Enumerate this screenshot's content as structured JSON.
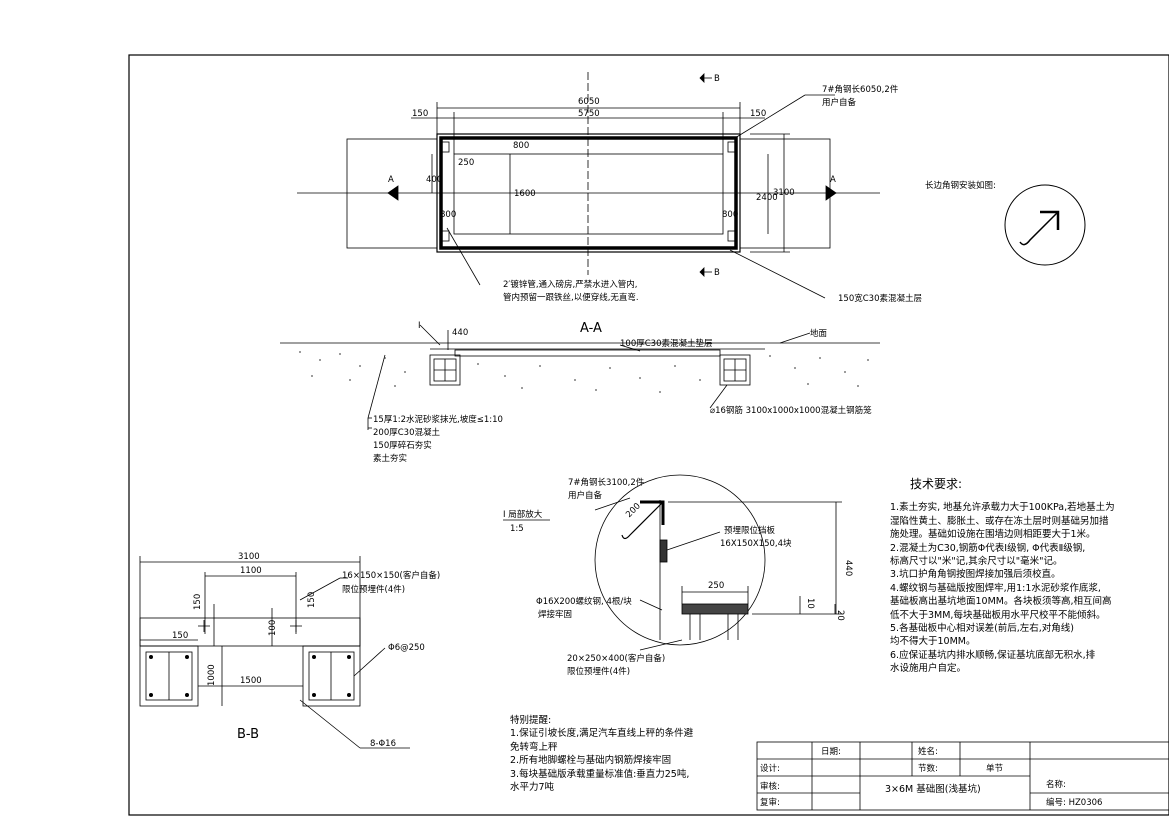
{
  "plan": {
    "dim_total": "6050",
    "dim_inner": "5750",
    "dim_left_edge": "150",
    "dim_right_edge": "150",
    "dim_400": "400",
    "dim_250": "250",
    "dim_800_top": "800",
    "dim_1600": "1600",
    "dim_800_left": "800",
    "dim_800_right": "800",
    "dim_2400": "2400",
    "dim_3100": "3100",
    "section_a_left": "A",
    "section_a_right": "A",
    "section_b_top": "B",
    "section_b_bottom": "B",
    "note_angle_1": "7#角钢长6050,2件",
    "note_angle_2": "用户自备",
    "note_pipe_1": "2′镀锌管,通入磅房,严禁水进入管内,",
    "note_pipe_2": "管内预留一跟铁丝,以便穿线,无直弯.",
    "note_concrete": "150宽C30素混凝土层",
    "install_label": "长边角钢安装如图:"
  },
  "section_aa": {
    "title": "A-A",
    "detail_mark": "I",
    "dim_440": "440",
    "cushion": "100厚C30素混凝土垫层",
    "ground": "地面",
    "rebar": "⌀16钢筋  3100x1000x1000混凝土钢筋笼",
    "layer_1": "15厚1:2水泥砂浆抹光,坡度≤1:10",
    "layer_2": "200厚C30混凝土",
    "layer_3": "150厚碎石夯实",
    "layer_4": "素土夯实"
  },
  "detail": {
    "angle_1": "7#角钢长3100,2件",
    "angle_2": "用户自备",
    "title": "I 局部放大",
    "scale": "1:5",
    "dim_200": "200",
    "plate_1": "预埋限位挡板",
    "plate_2": "16X150X150,4块",
    "dim_440": "440",
    "dim_250": "250",
    "dim_10": "10",
    "dim_20": "20",
    "bolt_1": "Φ16X200螺纹钢, 4根/块",
    "bolt_2": "焊接牢固",
    "embed_1": "20×250×400(客户自备)",
    "embed_2": "限位预埋件(4件)"
  },
  "section_bb": {
    "title": "B-B",
    "dim_3100": "3100",
    "dim_1100": "1100",
    "dim_150_a": "150",
    "dim_150_b": "150",
    "dim_150_c": "150",
    "dim_100": "100",
    "dim_1000": "1000",
    "dim_1500": "1500",
    "embed_1": "16×150×150(客户自备)",
    "embed_2": "限位预埋件(4件)",
    "phi_bar": "Φ6@250",
    "phi_main": "8-Φ16"
  },
  "tech": {
    "title": "技术要求:",
    "lines": [
      "1.素土夯实, 地基允许承载力大于100KPa,若地基土为",
      "湿陷性黄土、膨胀土、或存在冻土层时则基础另加措",
      "施处理。基础如设施在围墙边则相距要大于1米。",
      "2.混凝土为C30,钢筋Φ代表Ⅰ级钢, Φ代表Ⅱ级钢,",
      "标高尺寸以\"米\"记,其余尺寸以\"毫米\"记。",
      "3.坑口护角角钢按图焊接加强后须校直。",
      "4.螺纹钢与基础版按图焊牢,用1:1水泥砂浆作底浆,",
      "基础板高出基坑地面10MM。各块板须等高,相互间高",
      "低不大于3MM,每块基础板用水平尺校平不能倾斜。",
      "5.各基础板中心相对误差(前后,左右,对角线)",
      "均不得大于10MM。",
      "6.应保证基坑内排水顺畅,保证基坑底部无积水,排",
      "水设施用户自定。"
    ]
  },
  "special": {
    "title": "特别提醒:",
    "lines": [
      "1.保证引坡长度,满足汽车直线上秤的条件避",
      "免转弯上秤",
      "2.所有地脚螺栓与基础内钢筋焊接牢固",
      "3.每块基础版承载重量标准值:垂直力25吨,",
      "水平力7吨"
    ]
  },
  "titleblock": {
    "date": "日期:",
    "name": "姓名:",
    "design": "设计:",
    "section": "节数:",
    "single": "单节",
    "review": "审核:",
    "recheck": "复审:",
    "drawing": "3×6M 基础图(浅基坑)",
    "label_name": "名称:",
    "number": "编号: HZ0306"
  }
}
